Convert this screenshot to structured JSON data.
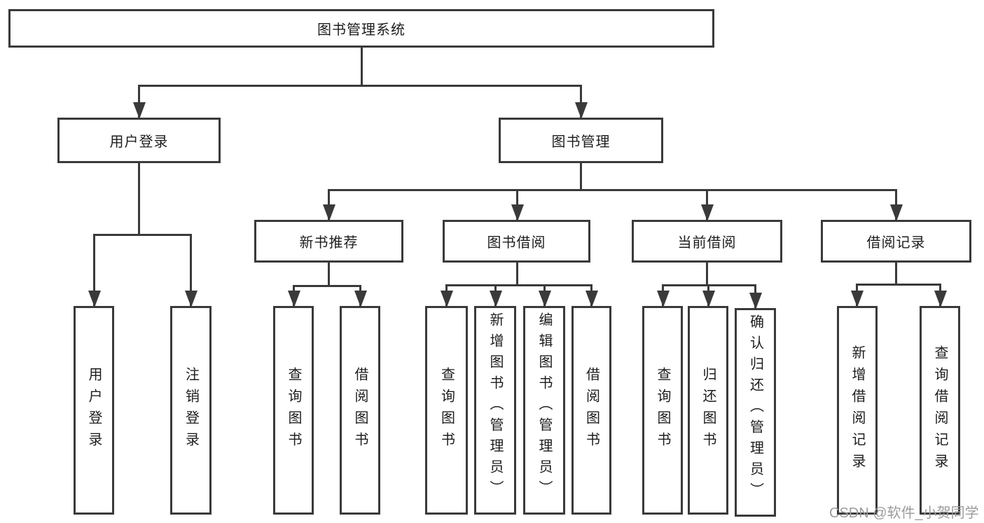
{
  "colors": {
    "line": "#3a3a3a",
    "text": "#1d1d1d",
    "watermark": "#9c9c9c",
    "background": "#ffffff"
  },
  "root": {
    "label": "图书管理系统"
  },
  "branches": {
    "user": {
      "label": "用户登录",
      "leaves": [
        "用户登录",
        "注销登录"
      ]
    },
    "mgmt": {
      "label": "图书管理"
    }
  },
  "modules": [
    {
      "label": "新书推荐",
      "leaves": [
        "查询图书",
        "借阅图书"
      ]
    },
    {
      "label": "图书借阅",
      "leaves": [
        "查询图书",
        "新增图书（管理员）",
        "编辑图书（管理员）",
        "借阅图书"
      ]
    },
    {
      "label": "当前借阅",
      "leaves": [
        "查询图书",
        "归还图书",
        "确认归还（管理员）"
      ]
    },
    {
      "label": "借阅记录",
      "leaves": [
        "新增借阅记录",
        "查询借阅记录"
      ]
    }
  ],
  "watermark": "CSDN @软件_小贺同学"
}
